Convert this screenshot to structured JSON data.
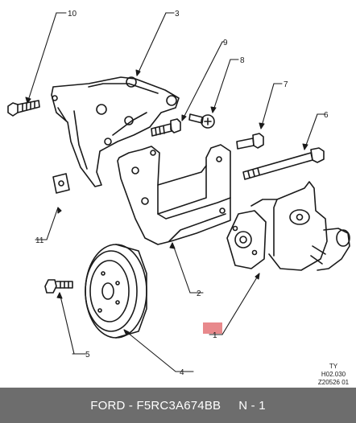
{
  "callouts": {
    "c1": "1",
    "c2": "2",
    "c3": "3",
    "c4": "4",
    "c5": "5",
    "c6": "6",
    "c7": "7",
    "c8": "8",
    "c9": "9",
    "c10": "10",
    "c11": "11"
  },
  "drawing_ref": {
    "line1": "TY",
    "line2": "H02.030",
    "line3": "Z20526 01"
  },
  "footer": {
    "part_label": "FORD - F5RC3A674BB",
    "quantity_label": "N - 1"
  },
  "colors": {
    "ink": "#1a1a1a",
    "highlight": "#e8898c",
    "footer_bg": "#6d6d6d"
  }
}
